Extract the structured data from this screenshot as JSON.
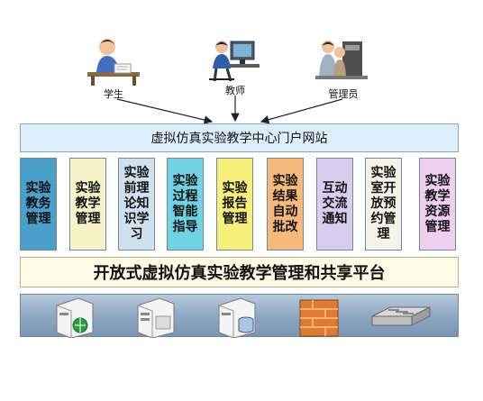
{
  "roles": [
    {
      "id": "student",
      "label": "学生"
    },
    {
      "id": "teacher",
      "label": "教师"
    },
    {
      "id": "admin",
      "label": "管理员"
    }
  ],
  "portal_title": "虚拟仿真实验教学中心门户网站",
  "modules": [
    {
      "label": "实验教务管理",
      "color": "#4aa0c8"
    },
    {
      "label": "实验教学管理",
      "color": "#f7f3c9"
    },
    {
      "label": "实验前理论知识学习",
      "color": "#cfe0ef"
    },
    {
      "label": "实验过程智能指导",
      "color": "#6fd3e3"
    },
    {
      "label": "实验报告管理",
      "color": "#f6ef7a"
    },
    {
      "label": "实验结果自动批改",
      "color": "#f6b97a"
    },
    {
      "label": "互动交流通知",
      "color": "#d9cdee"
    },
    {
      "label": "实验室开放预约管理",
      "color": "#f6f4e8"
    },
    {
      "label": "实验教学资源管理",
      "color": "#efcff0"
    }
  ],
  "platform_title": "开放式虚拟仿真实验教学管理和共享平台",
  "infrastructure": [
    "web-server-icon",
    "server-icon",
    "database-server-icon",
    "firewall-icon",
    "network-switch-icon"
  ]
}
